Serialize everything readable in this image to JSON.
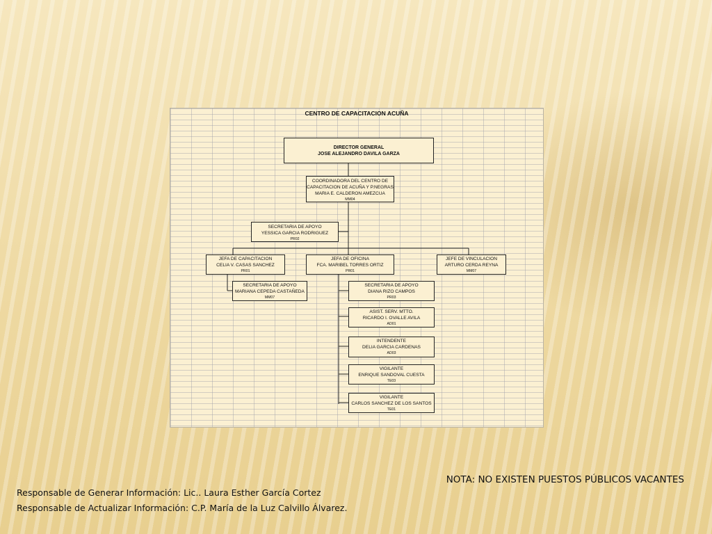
{
  "chart_title": "CENTRO DE CAPACITACION ACUÑA",
  "nodes": {
    "director": {
      "title": "DIRECTOR GENERAL",
      "name": "JOSE ALEJANDRO DAVILA GARZA"
    },
    "coordinadora": {
      "title_line1": "COORDINADORA DEL CENTRO DE",
      "title_line2": "CAPACITACION DE ACUÑA Y P.NEGRAS",
      "name": "MARIA E. CALDERON AMEZCUA",
      "code": "MM04"
    },
    "secretaria_coord": {
      "title": "SECRETARIA DE APOYO",
      "name": "YESSICA GARCIA RODRIGUEZ",
      "code": "PR02"
    },
    "jefa_capacitacion": {
      "title": "JEFA DE CAPACITACION",
      "name": "CELIA V. CASAS SANCHEZ",
      "code": "PR01"
    },
    "jefa_oficina": {
      "title": "JEFA DE OFICINA",
      "name": "FCA. MARIBEL TORRES ORTIZ",
      "code": "PR01"
    },
    "jefe_vinculacion": {
      "title": "JEFE DE VINCULACION",
      "name": "ARTURO CERDA REYNA",
      "code": "MM07"
    },
    "secretaria_cap": {
      "title": "SECRETARIA DE APOYO",
      "name": "MARIANA CEPEDA CASTAÑEDA",
      "code": "MM07"
    },
    "secretaria_of": {
      "title": "SECRETARIA DE APOYO",
      "name": "DIANA RIZO CAMPOS",
      "code": "PR03"
    },
    "asist_mtto": {
      "title": "ASIST. SERV. MTTO.",
      "name": "RICARDO I. OVALLE AVILA",
      "code": "AD01"
    },
    "intendente": {
      "title": "INTENDENTE",
      "name": "DELIA GARCIA CARDENAS",
      "code": "AD03"
    },
    "vigilante1": {
      "title": "VIGILANTE",
      "name": "ENRIQUE SANDOVAL CUESTA",
      "code": "TE03"
    },
    "vigilante2": {
      "title": "VIGILANTE",
      "name": "CARLOS SANCHEZ DE LOS SANTOS",
      "code": "TE01"
    }
  },
  "footer": {
    "nota": "NOTA: NO EXISTEN PUESTOS PÚBLICOS VACANTES",
    "responsable_generar": "Responsable de Generar Información: Lic.. Laura Esther García Cortez",
    "responsable_actualizar": "Responsable de Actualizar Información: C.P. María de la Luz Calvillo Álvarez."
  }
}
